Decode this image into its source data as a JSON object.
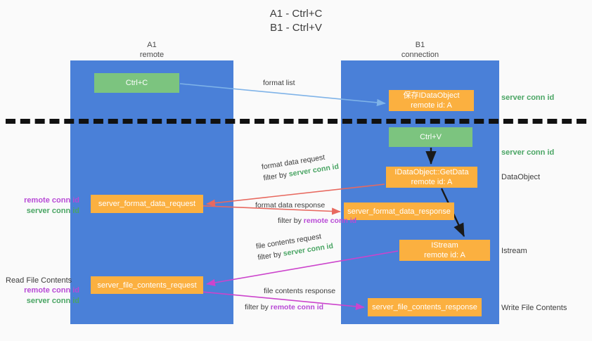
{
  "title": {
    "line1": "A1 - Ctrl+C",
    "line2": "B1 - Ctrl+V"
  },
  "columns": [
    {
      "name": "A1",
      "role": "remote"
    },
    {
      "name": "B1",
      "role": "connection"
    }
  ],
  "nodes": {
    "ctrl_c": {
      "label": "Ctrl+C",
      "color": "#7cc47f"
    },
    "dataobject_save": {
      "line1": "保存IDataObject",
      "line2": "remote id: A",
      "color": "#fbb040"
    },
    "ctrl_v": {
      "label": "Ctrl+V",
      "color": "#7cc47f"
    },
    "getdata": {
      "line1": "IDataObject::GetData",
      "line2": "remote id: A",
      "color": "#fbb040"
    },
    "format_data_request": {
      "label": "server_format_data_request",
      "color": "#fbb040"
    },
    "format_data_response": {
      "label": "server_format_data_response",
      "color": "#fbb040"
    },
    "istream": {
      "line1": "IStream",
      "line2": "remote id: A",
      "color": "#fbb040"
    },
    "file_contents_request": {
      "label": "server_file_contents_request",
      "color": "#fbb040"
    },
    "file_contents_response": {
      "label": "server_file_contents_response",
      "color": "#fbb040"
    }
  },
  "edge_labels": {
    "format_list": "format list",
    "format_data_request": {
      "line1": "format data request",
      "prefix": "filter by ",
      "key": "server conn id"
    },
    "format_data_response": {
      "line1": "format data response",
      "prefix": "filter by ",
      "key": "remote conn id"
    },
    "file_contents_request": {
      "line1": "file contents request",
      "prefix": "filter by ",
      "key": "server conn id"
    },
    "file_contents_response": {
      "line1": "file contents response",
      "prefix": "filter by ",
      "key": "remote conn id"
    }
  },
  "side_labels": {
    "server_conn_id_top": "server conn id",
    "server_conn_id_mid": "server conn id",
    "dataobject": "DataObject",
    "istream": "Istream",
    "write_file_contents": "Write File Contents",
    "read_file_contents": "Read File Contents",
    "remote_conn_id": "remote conn id",
    "server_conn_id": "server conn id"
  },
  "colors": {
    "lane": "#4a80d8",
    "orange": "#fbb040",
    "green_box": "#7cc47f",
    "green_text": "#4aa564",
    "magenta_text": "#b84ad6",
    "arrow_blue": "#7fb3e8",
    "arrow_red": "#e8695f",
    "arrow_magenta": "#cc44cc",
    "arrow_black": "#1a1a1a",
    "background": "#fafafa"
  }
}
